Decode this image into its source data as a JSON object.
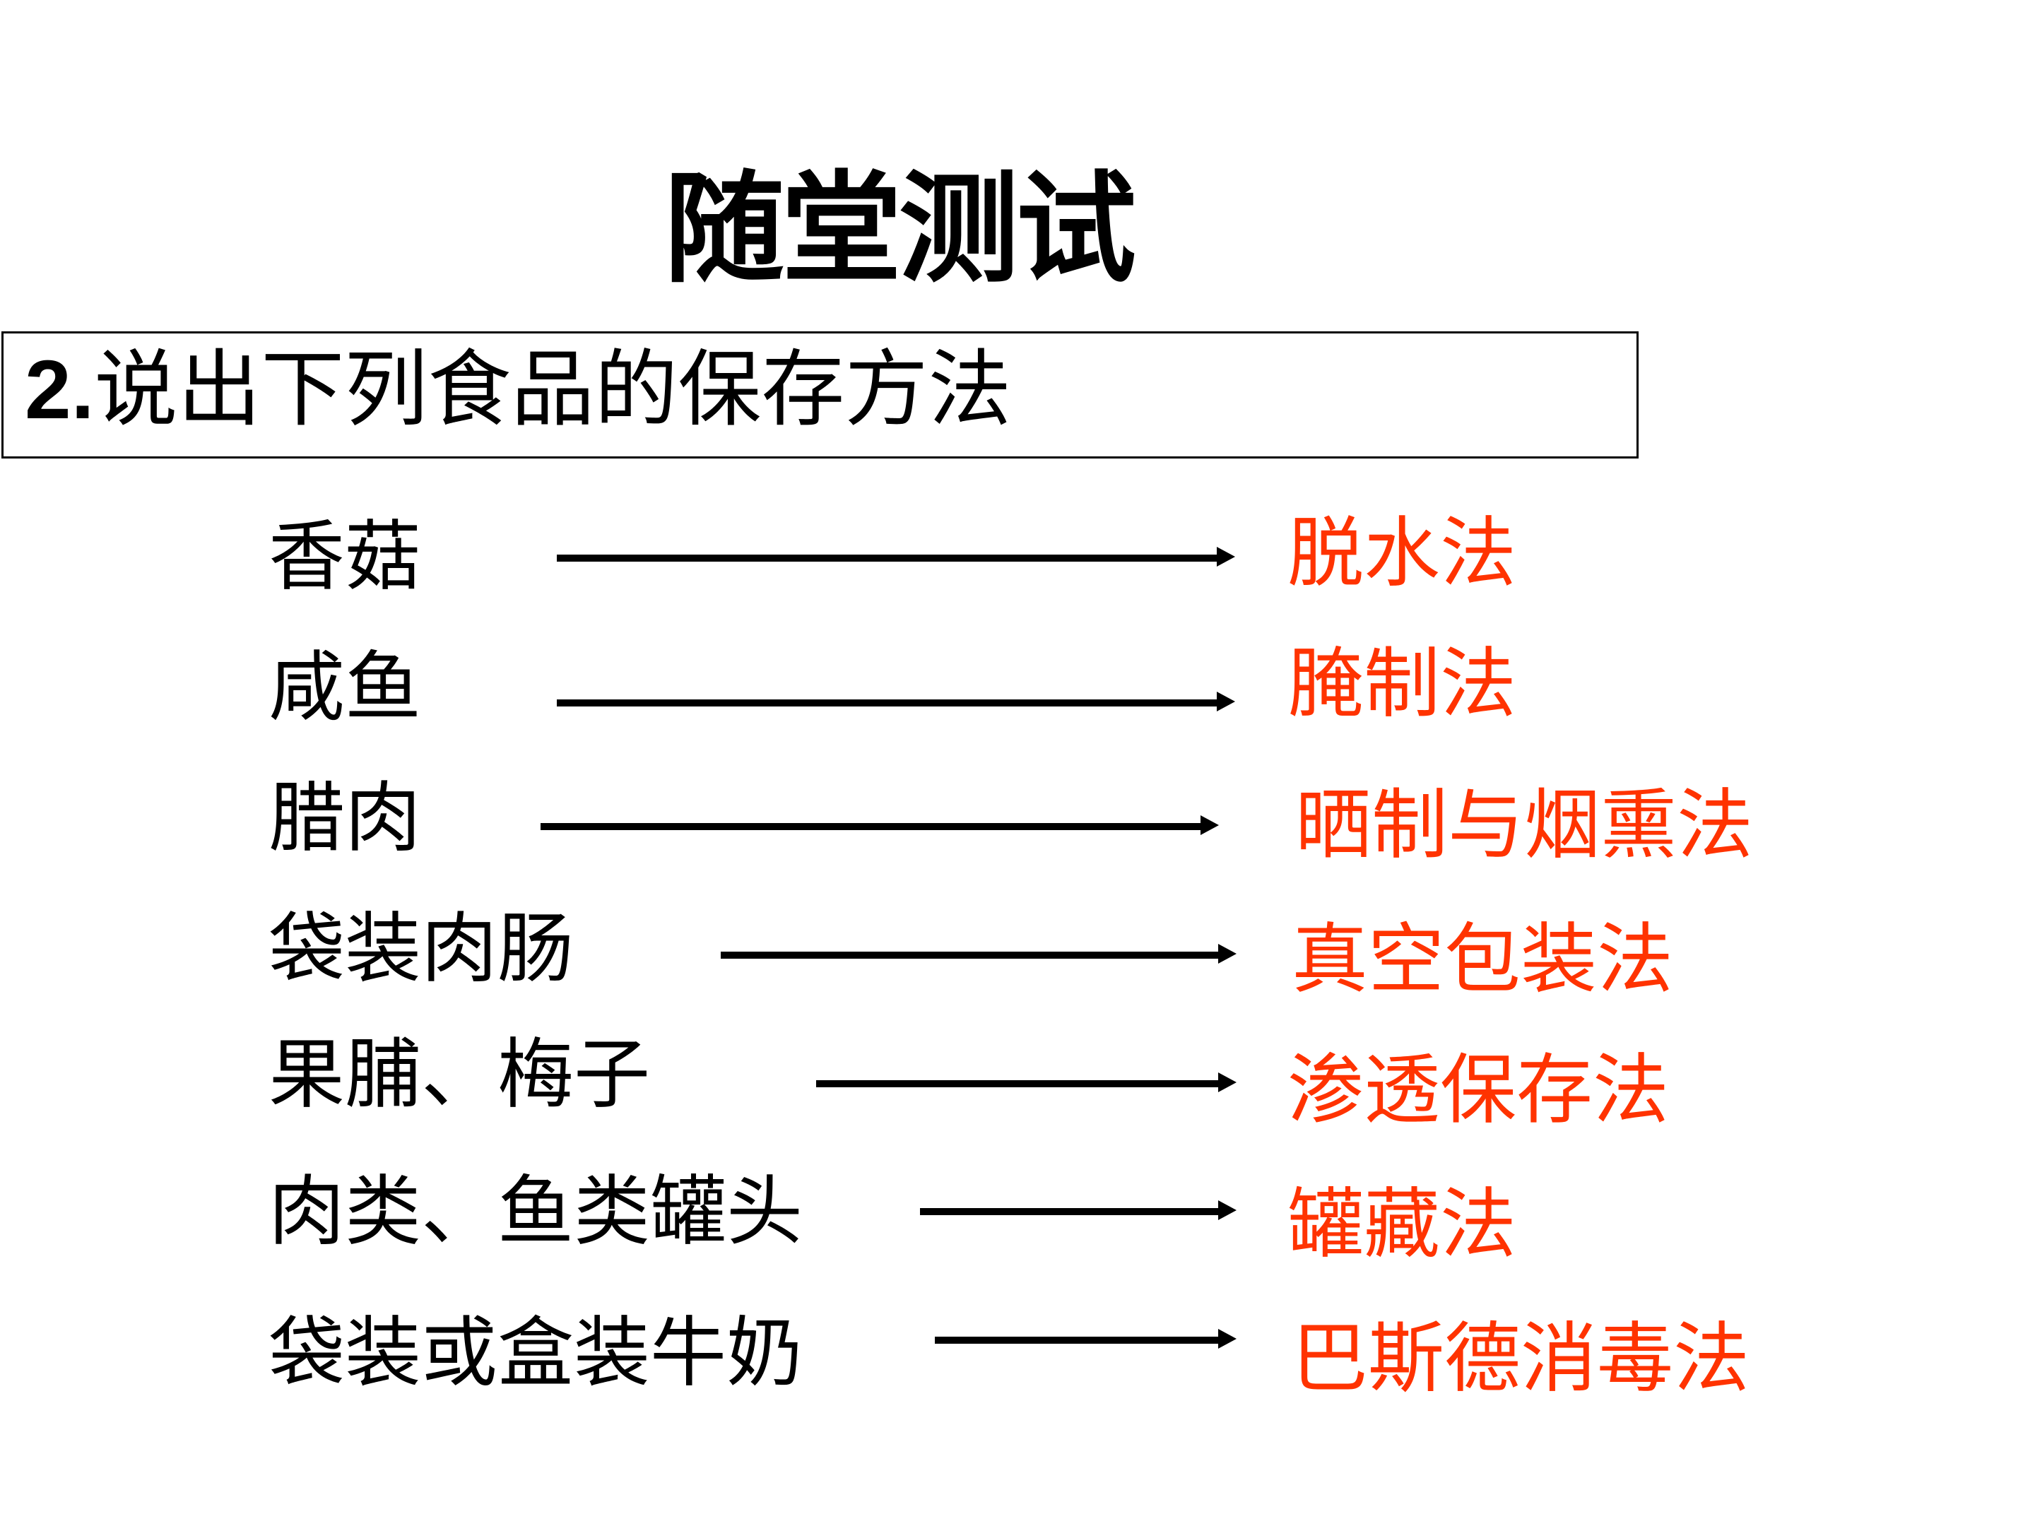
{
  "slide": {
    "title": "随堂测试",
    "question": {
      "number": "2.",
      "text": "说出下列食品的保存方法"
    },
    "answer_color": "#ff3300",
    "rows": [
      {
        "food": "香菇",
        "method": "脱水法"
      },
      {
        "food": "咸鱼",
        "method": "腌制法"
      },
      {
        "food": "腊肉",
        "method": "晒制与烟熏法"
      },
      {
        "food": "袋装肉肠",
        "method": "真空包装法"
      },
      {
        "food": "果脯、梅子",
        "method": "渗透保存法"
      },
      {
        "food": "肉类、鱼类罐头",
        "method": "罐藏法"
      },
      {
        "food": "袋装或盒装牛奶",
        "method": "巴斯德消毒法"
      }
    ],
    "arrow_icon": "right-arrow-icon"
  }
}
